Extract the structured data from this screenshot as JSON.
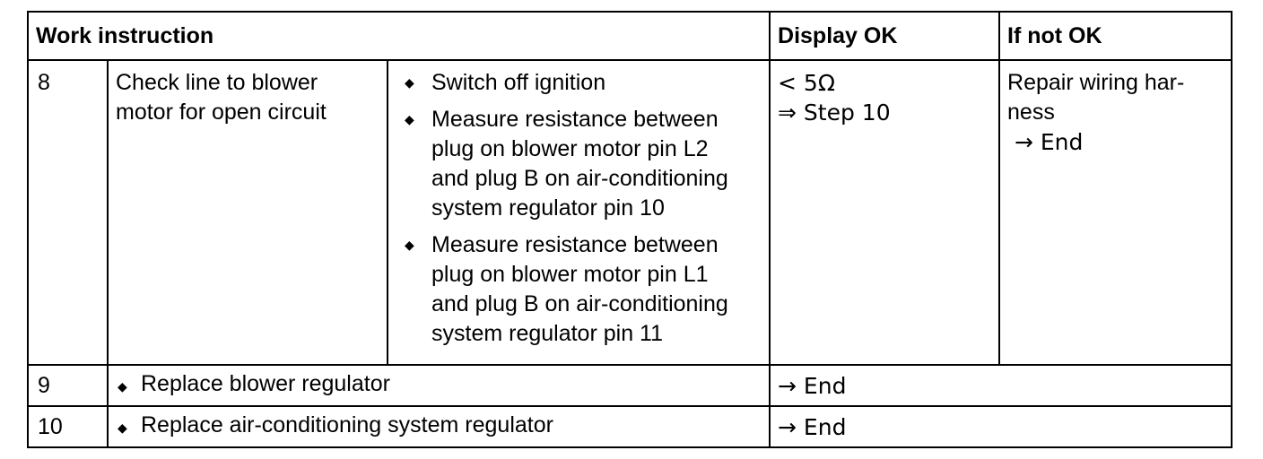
{
  "headers": {
    "work_instruction": "Work instruction",
    "display_ok": "Display OK",
    "if_not_ok": "If not OK"
  },
  "rows": [
    {
      "step": "8",
      "check_lines": [
        "Check line to blower",
        "motor for open circuit"
      ],
      "bullets": [
        {
          "lines": [
            "Switch off ignition"
          ]
        },
        {
          "lines": [
            "Measure resistance between",
            "plug on blower motor pin L2",
            "and plug B on air-conditioning",
            "system regulator pin 10"
          ]
        },
        {
          "lines": [
            "Measure resistance between",
            "plug on blower motor pin L1",
            "and plug B on air-conditioning",
            "system regulator pin 11"
          ]
        }
      ],
      "display_ok_lines": [
        "< 5Ω",
        "⇒ Step 10"
      ],
      "if_not_ok_lines": [
        "Repair wiring har-",
        "ness",
        " → End"
      ]
    },
    {
      "step": "9",
      "instruction": "Replace blower regulator",
      "display_ok": "→ End"
    },
    {
      "step": "10",
      "instruction": "Replace air-conditioning system regulator",
      "display_ok": "→ End"
    }
  ],
  "bullet_glyph": "◆"
}
